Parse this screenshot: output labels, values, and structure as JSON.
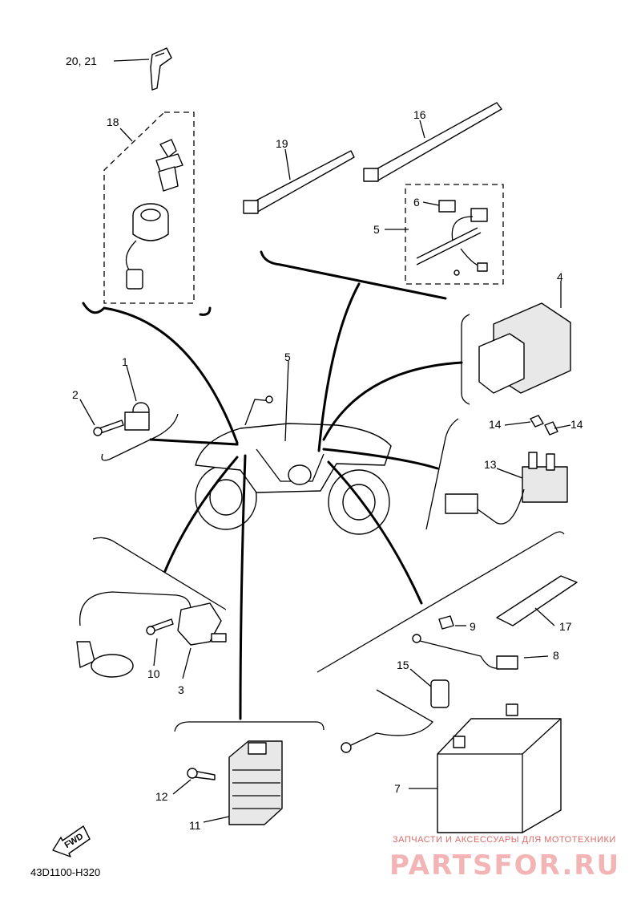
{
  "callouts": {
    "c20_21": "20, 21",
    "c18": "18",
    "c19": "19",
    "c16": "16",
    "c6": "6",
    "c5_top": "5",
    "c4": "4",
    "c1": "1",
    "c2": "2",
    "c5_mid": "5",
    "c14a": "14",
    "c14b": "14",
    "c13": "13",
    "c9": "9",
    "c17": "17",
    "c8": "8",
    "c15": "15",
    "c10": "10",
    "c3": "3",
    "c12": "12",
    "c11": "11",
    "c7": "7"
  },
  "fwd_label": "FWD",
  "document_id": "43D1100-H320",
  "watermark": {
    "caption": "ЗАПЧАСТИ И АКСЕССУАРЫ ДЛЯ МОТОТЕХНИКИ",
    "brand": "PARTSFOR.RU"
  }
}
